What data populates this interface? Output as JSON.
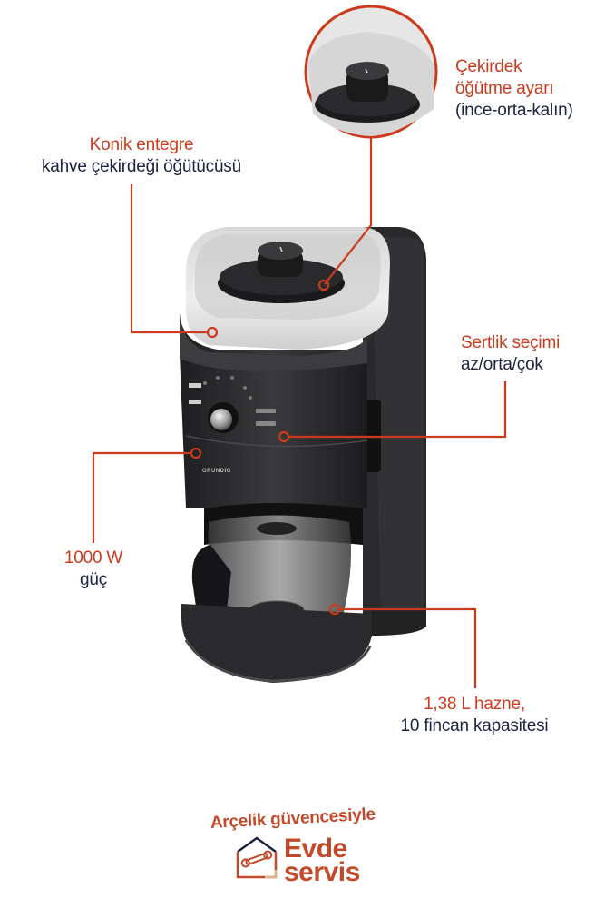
{
  "callouts": [
    {
      "id": "grind-setting",
      "title": "Çekirdek",
      "title2": "öğütme ayarı",
      "subtitle": "(ince-orta-kalın)"
    },
    {
      "id": "conical-grinder",
      "title": "Konik entegre",
      "subtitle": "kahve çekirdeği öğütücüsü"
    },
    {
      "id": "strength",
      "title": "Sertlik seçimi",
      "subtitle": "az/orta/çok"
    },
    {
      "id": "power",
      "title": "1000 W",
      "subtitle": "güç"
    },
    {
      "id": "capacity",
      "title": "1,38 L hazne,",
      "subtitle": "10 fincan kapasitesi"
    }
  ],
  "product": {
    "brand_mark": "GRUNDIG"
  },
  "badge": {
    "line1": "Arçelik güvencesiyle",
    "line2": "Evde",
    "line3": "servis",
    "icon": "house-wrench-icon"
  },
  "colors": {
    "accent": "#cc3a1c",
    "text": "#1a2440",
    "badge": "#c24a2a",
    "product": "#2b2b2d"
  }
}
